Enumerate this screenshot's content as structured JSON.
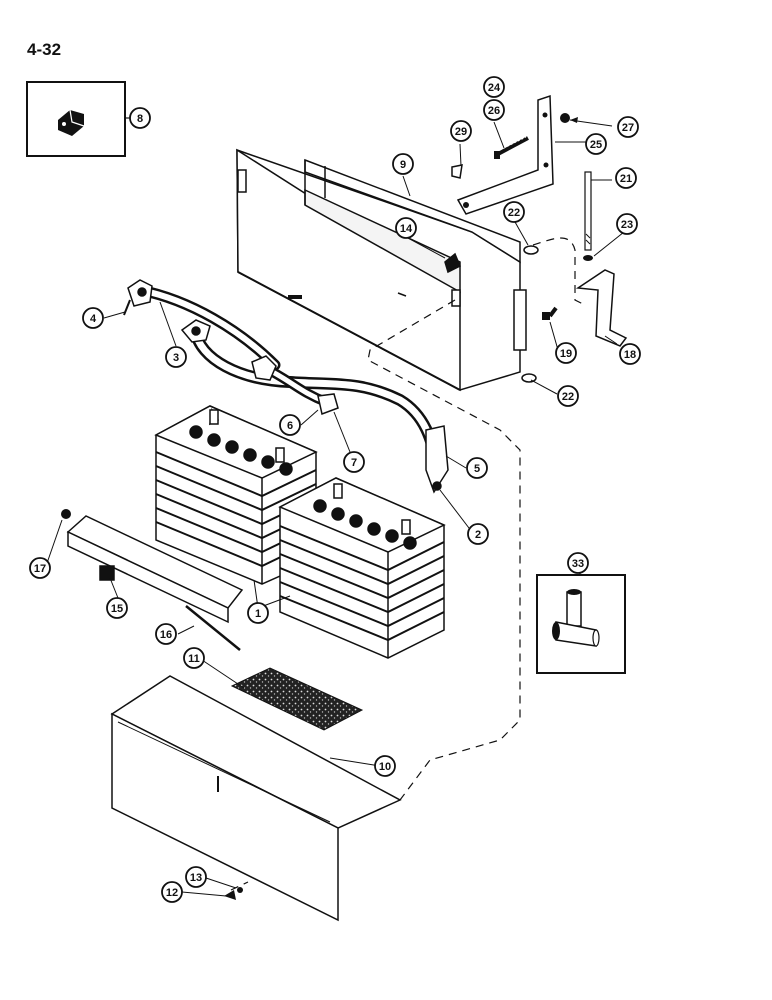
{
  "page_number": "4-32",
  "callouts": [
    "1",
    "2",
    "3",
    "4",
    "5",
    "6",
    "7",
    "8",
    "9",
    "10",
    "11",
    "12",
    "13",
    "14",
    "15",
    "16",
    "17",
    "18",
    "19",
    "21",
    "22",
    "22",
    "23",
    "24",
    "25",
    "26",
    "27",
    "29",
    "33"
  ]
}
